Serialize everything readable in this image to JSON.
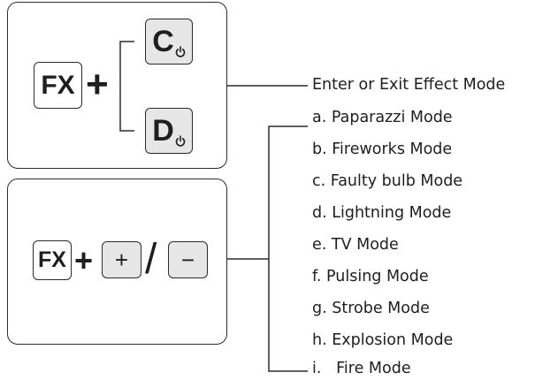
{
  "panel_top": {
    "fx_key": "FX",
    "plus_sign": "+",
    "key_c": "C",
    "key_d": "D"
  },
  "panel_bottom": {
    "fx_key": "FX",
    "plus_sign": "+",
    "key_plus": "+",
    "slash": "/",
    "key_minus": "−"
  },
  "labels": {
    "enter_exit": "Enter or Exit Effect Mode",
    "modes": [
      "a. Paparazzi Mode",
      "b. Fireworks Mode",
      "c. Faulty bulb Mode",
      "d. Lightning Mode",
      "e. TV Mode",
      "f. Pulsing Mode",
      "g. Strobe Mode",
      "h. Explosion Mode",
      "i.   Fire Mode"
    ]
  },
  "icons": {
    "power": "power-icon"
  }
}
